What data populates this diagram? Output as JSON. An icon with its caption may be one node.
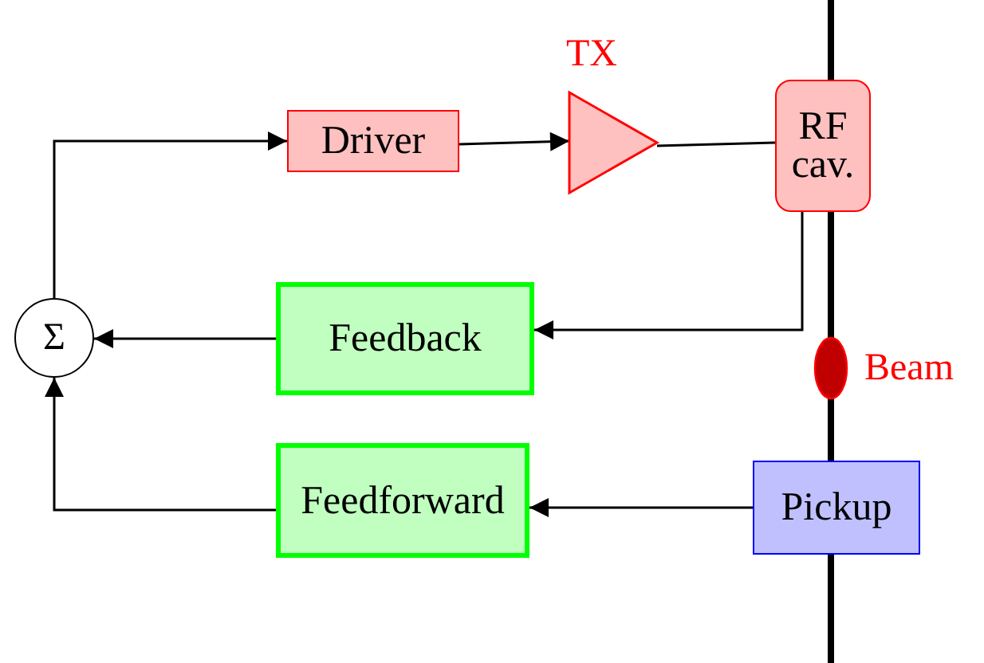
{
  "diagram": {
    "nodes": [
      {
        "text": [
          "Σ"
        ]
      },
      {
        "text": [
          "Driver"
        ]
      },
      {
        "text": [
          "TX"
        ]
      },
      {
        "text": [
          "RF cav."
        ]
      },
      {
        "text": [
          "Feedback"
        ]
      },
      {
        "text": [
          "Beam"
        ]
      },
      {
        "text": [
          "Feedforward"
        ]
      },
      {
        "text": [
          "Pickup"
        ]
      }
    ],
    "edges": [
      {
        "from": 0,
        "to": 1,
        "arrow": "to"
      },
      {
        "from": 1,
        "to": 2,
        "arrow": "to"
      },
      {
        "from": 2,
        "to": 3,
        "arrow": "none"
      },
      {
        "from": 3,
        "to": 4,
        "arrow": "to"
      },
      {
        "from": 4,
        "to": 0,
        "arrow": "to"
      },
      {
        "from": 7,
        "to": 6,
        "arrow": "to"
      },
      {
        "from": 6,
        "to": 0,
        "arrow": "to"
      }
    ]
  }
}
